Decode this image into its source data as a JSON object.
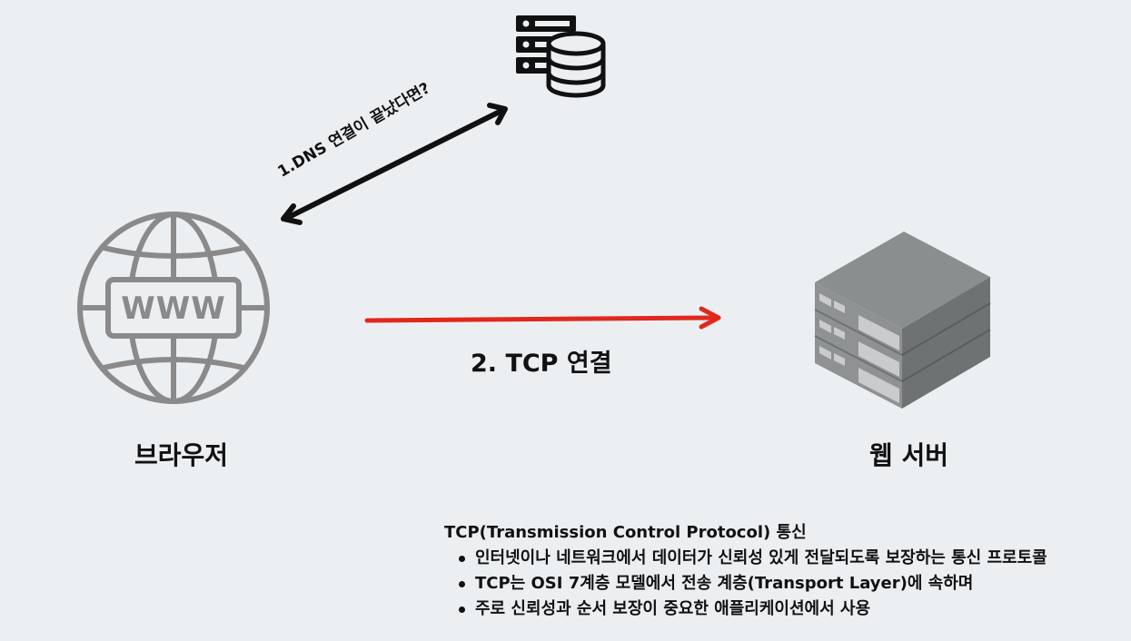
{
  "nodes": {
    "browser_label": "브라우저",
    "web_server_label": "웹 서버",
    "globe_text": "WWW"
  },
  "edges": {
    "dns_label": "1.DNS 연결이 끝났다면?",
    "tcp_label": "2. TCP 연결"
  },
  "info": {
    "title": "TCP(Transmission Control Protocol) 통신",
    "bullets": [
      "인터넷이나 네트워크에서 데이터가 신뢰성 있게 전달되도록 보장하는 통신 프로토콜",
      "TCP는 OSI 7계층 모델에서 전송 계층(Transport Layer)에 속하며",
      " 주로 신뢰성과 순서 보장이 중요한 애플리케이션에서 사용"
    ]
  },
  "colors": {
    "background": "#eceff2",
    "dns_arrow": "#111111",
    "tcp_arrow": "#e0281c",
    "globe": "#8a8a8a",
    "server_top": "#8b8e8f",
    "server_front": "#8f9293",
    "server_side": "#6e7273"
  },
  "icons": {
    "browser": "globe-www-icon",
    "dns": "database-server-icon",
    "web_server": "server-rack-icon"
  }
}
